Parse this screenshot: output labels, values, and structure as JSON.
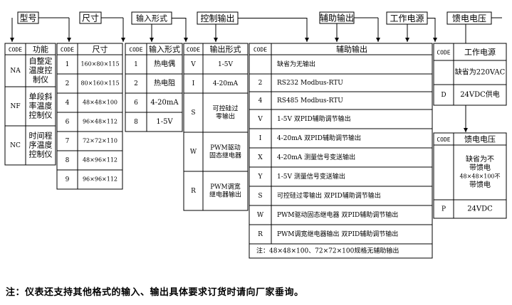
{
  "header": [
    {
      "id": "model",
      "label": "型号"
    },
    {
      "id": "size",
      "label": "尺寸"
    },
    {
      "id": "input",
      "label": "输入形式"
    },
    {
      "id": "control",
      "label": "控制输出"
    },
    {
      "id": "aux",
      "label": "辅助输出"
    },
    {
      "id": "power",
      "label": "工作电源"
    },
    {
      "id": "feed",
      "label": "馈电电压"
    }
  ],
  "tables": {
    "model": {
      "headers": [
        "CODE",
        "功能"
      ],
      "rows": [
        {
          "code": "NA",
          "text": [
            "自整定",
            "温度控",
            "制仪"
          ]
        },
        {
          "code": "NF",
          "text": [
            "单段斜",
            "率温度",
            "控制仪"
          ]
        },
        {
          "code": "NC",
          "text": [
            "时间程",
            "序温度",
            "控制仪"
          ]
        }
      ]
    },
    "size": {
      "headers": [
        "CODE",
        "尺寸"
      ],
      "rows": [
        {
          "code": "1",
          "text": [
            "160×80×115"
          ]
        },
        {
          "code": "2",
          "text": [
            "80×160×115"
          ]
        },
        {
          "code": "4",
          "text": [
            "48×48×100"
          ]
        },
        {
          "code": "6",
          "text": [
            "96×48×112"
          ]
        },
        {
          "code": "7",
          "text": [
            "72×72×110"
          ]
        },
        {
          "code": "8",
          "text": [
            "48×96×112"
          ]
        },
        {
          "code": "9",
          "text": [
            "96×96×112"
          ]
        }
      ]
    },
    "input": {
      "headers": [
        "CODE",
        "输入形式"
      ],
      "rows": [
        {
          "code": "1",
          "text": [
            "热电偶"
          ]
        },
        {
          "code": "2",
          "text": [
            "热电阻"
          ]
        },
        {
          "code": "6",
          "text": [
            "4-20mA"
          ]
        },
        {
          "code": "8",
          "text": [
            "1-5V"
          ]
        }
      ]
    },
    "control": {
      "headers": [
        "CODE",
        "输出形式"
      ],
      "rows": [
        {
          "code": "V",
          "text": [
            "1-5V"
          ]
        },
        {
          "code": "I",
          "text": [
            "4-20mA"
          ]
        },
        {
          "code": "S",
          "text": [
            "可控硅过",
            "零输出"
          ]
        },
        {
          "code": "W",
          "text": [
            "PWM驱动",
            "固态继电器"
          ]
        },
        {
          "code": "R",
          "text": [
            "PWM调宽",
            "继电器输出"
          ]
        }
      ]
    },
    "aux": {
      "headers": [
        "CODE",
        "辅助输出"
      ],
      "rows": [
        {
          "code": "",
          "text": [
            "缺省为无输出"
          ]
        },
        {
          "code": "2",
          "text": [
            "RS232  Modbus-RTU"
          ]
        },
        {
          "code": "4",
          "text": [
            "RS485  Modbus-RTU"
          ]
        },
        {
          "code": "V",
          "text": [
            "1-5V 双PID辅助调节输出"
          ]
        },
        {
          "code": "I",
          "text": [
            "4-20mA 双PID辅助调节输出"
          ]
        },
        {
          "code": "X",
          "text": [
            "4-20mA 测量信号变送输出"
          ]
        },
        {
          "code": "Y",
          "text": [
            "1-5V 测量信号变送输出"
          ]
        },
        {
          "code": "S",
          "text": [
            "可控硅过零输出 双PID辅助调节输出"
          ]
        },
        {
          "code": "W",
          "text": [
            "PWM驱动固态继电器  双PID辅助调节输出"
          ]
        },
        {
          "code": "R",
          "text": [
            "PWM调宽继电器输出   双PID辅助调节输出"
          ]
        }
      ],
      "footnote": "注：48×48×100、72×72×100规格无辅助输出"
    },
    "power": {
      "headers": [
        "CODE",
        "工作电源"
      ],
      "rows": [
        {
          "code": "",
          "text": [
            "缺省为220VAC"
          ]
        },
        {
          "code": "D",
          "text": [
            "24VDC供电"
          ]
        }
      ]
    },
    "feed": {
      "headers": [
        "CODE",
        "馈电电压"
      ],
      "rows": [
        {
          "code": "",
          "text": [
            "缺省为不",
            "带馈电",
            "48×48×100不",
            "带馈电"
          ]
        },
        {
          "code": "P",
          "text": [
            "24VDC"
          ]
        }
      ]
    }
  },
  "note": "注：仪表还支持其他格式的输入、输出具体要求订货时请向厂家垂询。"
}
